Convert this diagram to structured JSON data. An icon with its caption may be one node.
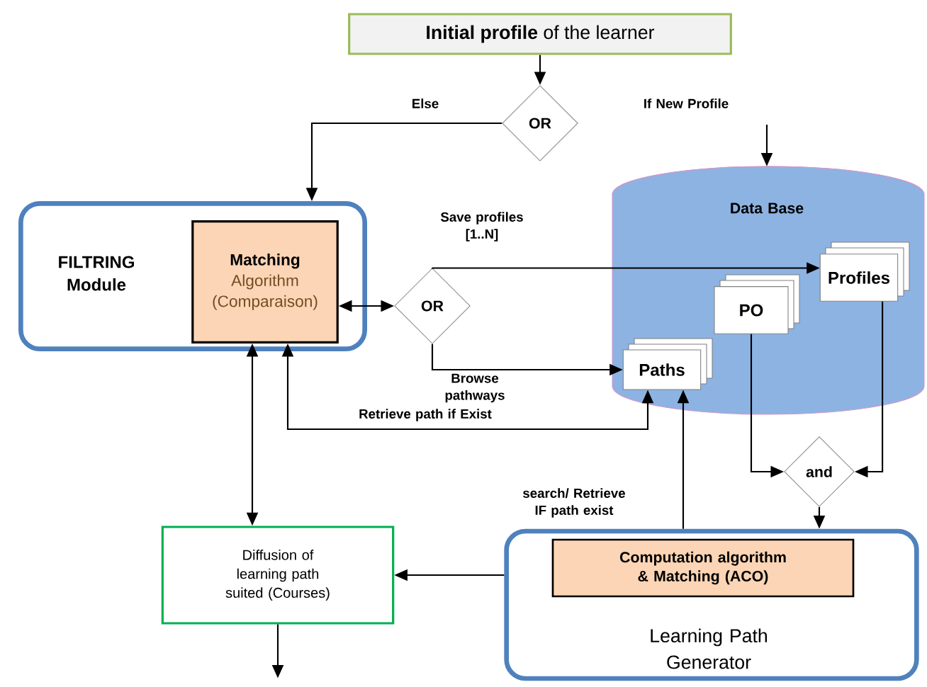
{
  "diagram": {
    "nodes": [
      {
        "text": [
          "**Initial profile** of the learner"
        ]
      },
      {
        "text": [
          "OR"
        ]
      },
      {
        "text": [
          "FILTRING Module"
        ]
      },
      {
        "text": [
          "Matching",
          "Algorithm (Comparaison)"
        ],
        "in": 2
      },
      {
        "text": [
          "OR"
        ]
      },
      {
        "text": [
          "Data Base"
        ]
      },
      {
        "text": [
          "Profiles"
        ],
        "in": 5
      },
      {
        "text": [
          "PO"
        ],
        "in": 5
      },
      {
        "text": [
          "Paths"
        ],
        "in": 5
      },
      {
        "text": [
          "and"
        ]
      },
      {
        "text": [
          "Learning Path Generator"
        ]
      },
      {
        "text": [
          "Computation algorithm & Matching (ACO)"
        ],
        "in": 10
      },
      {
        "text": [
          "Diffusion of learning path suited (Courses)"
        ]
      }
    ],
    "edges": [
      {
        "from": 0,
        "to": 1,
        "arrow": "to"
      },
      {
        "from": 1,
        "to": 2,
        "arrow": "to",
        "label": "Else"
      },
      {
        "from": null,
        "to": 5,
        "arrow": "to",
        "label": "If New Profile"
      },
      {
        "from": 3,
        "to": 4,
        "arrow": "both"
      },
      {
        "from": 4,
        "to": 6,
        "arrow": "to",
        "label": "Save profiles [1..N]"
      },
      {
        "from": 4,
        "to": 8,
        "arrow": "to",
        "label": "Browse pathways"
      },
      {
        "from": 8,
        "to": 3,
        "arrow": "both",
        "label": "Retrieve path if Exist"
      },
      {
        "from": 10,
        "to": 8,
        "arrow": "to",
        "label": "search/ Retrieve IF path exist"
      },
      {
        "from": 7,
        "to": 9,
        "arrow": "to"
      },
      {
        "from": 6,
        "to": 9,
        "arrow": "to"
      },
      {
        "from": 9,
        "to": 10,
        "arrow": "to"
      },
      {
        "from": 10,
        "to": 12,
        "arrow": "to"
      },
      {
        "from": 3,
        "to": 12,
        "arrow": "both"
      },
      {
        "from": 12,
        "to": null,
        "arrow": "to"
      }
    ]
  }
}
